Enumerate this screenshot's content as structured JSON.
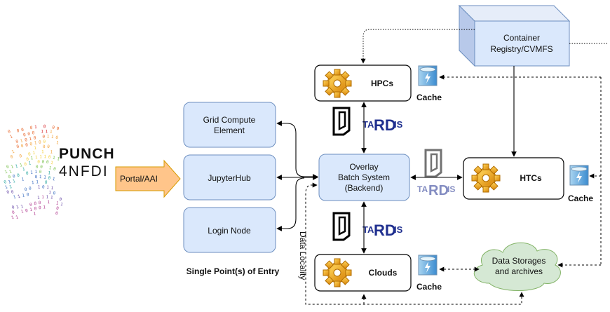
{
  "logo": {
    "line1": "PUNCH",
    "line2": "4NFDI"
  },
  "portal": {
    "label": "Portal/AAI"
  },
  "entry_nodes": [
    {
      "line1": "Grid Compute",
      "line2": "Element"
    },
    {
      "line1": "JupyterHub",
      "line2": ""
    },
    {
      "line1": "Login Node",
      "line2": ""
    }
  ],
  "entry_caption": "Single Point(s) of Entry",
  "overlay": {
    "line1": "Overlay",
    "line2": "Batch System",
    "line3": "(Backend)"
  },
  "resources": {
    "hpcs": "HPCs",
    "htcs": "HTCs",
    "clouds": "Clouds"
  },
  "cache_label": "Cache",
  "registry": {
    "line1": "Container",
    "line2": "Registry/CVMFS"
  },
  "storage": {
    "line1": "Data Storages",
    "line2": "and archives"
  },
  "data_locality": "Data Locality",
  "tardis": {
    "ta": "TA",
    "rd": "RD",
    "is": "IS"
  },
  "colors": {
    "box_fill": "#dae8fc",
    "box_stroke": "#6c8ebf",
    "cloud_fill": "#d5e8d4",
    "cloud_stroke": "#82b366",
    "portal_fill": "#ffc58a",
    "portal_stroke": "#d79b00",
    "tardis_blue": "#1f2f8f",
    "gear": "#f0a821"
  }
}
